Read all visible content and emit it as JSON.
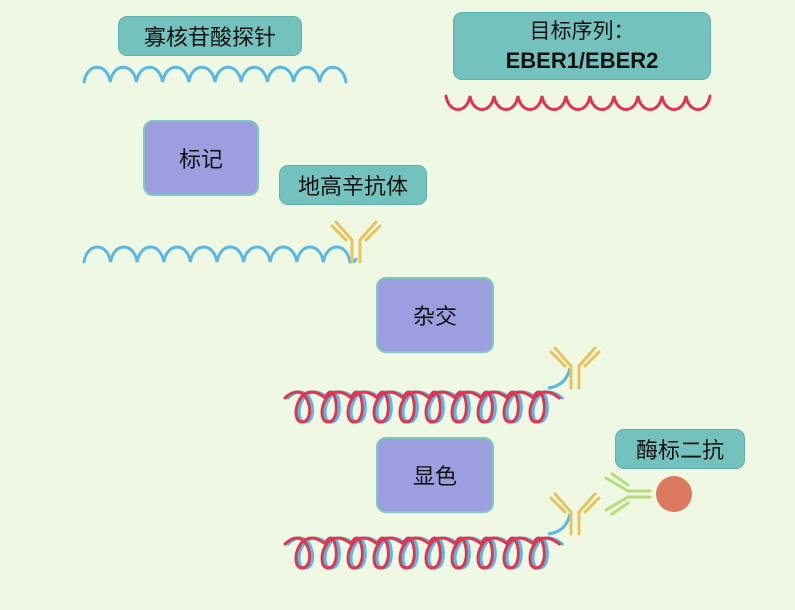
{
  "labels": {
    "probe": "寡核苷酸探针",
    "target_line1": "目标序列：",
    "target_line2": "EBER1/EBER2",
    "label_step": "标记",
    "digoxin_antibody": "地高辛抗体",
    "hybridize_step": "杂交",
    "color_step": "显色",
    "enzyme_secondary_antibody": "酶标二抗"
  },
  "colors": {
    "background": "#eef8e3",
    "probe_strand": "#5bb8e3",
    "target_strand": "#e2334f",
    "antibody": "#e8c35a",
    "secondary_antibody": "#b7dc7a",
    "enzyme": "#db7a5e",
    "teal_box": "#74c2be",
    "purple_box": "#9c9ee0"
  }
}
